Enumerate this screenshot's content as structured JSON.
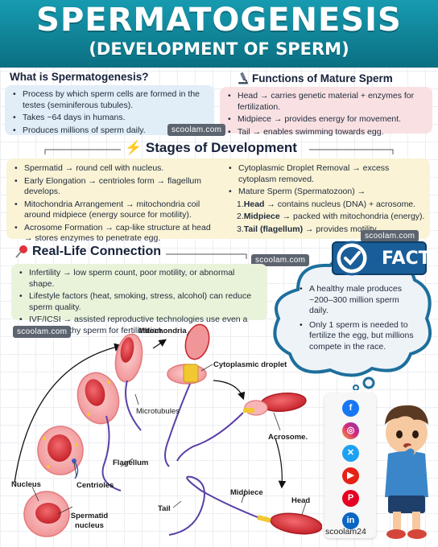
{
  "header": {
    "title": "SPERMATOGENESIS",
    "subtitle": "(DEVELOPMENT OF SPERM)"
  },
  "what_is": {
    "heading": "What is Spermatogenesis?",
    "items": [
      "Process by which sperm cells are formed in the testes (seminiferous tubules).",
      "Takes ~64 days in humans.",
      "Produces millions of sperm daily."
    ]
  },
  "functions": {
    "heading": "Functions of Mature Sperm",
    "items": [
      "Head → carries genetic material + enzymes for fertilization.",
      "Midpiece → provides energy for movement.",
      "Tail → enables swimming towards egg."
    ]
  },
  "stages": {
    "heading": "Stages of Development",
    "left": [
      "Spermatid → round cell with nucleus.",
      "Early Elongation → centrioles form → flagellum develops.",
      "Mitochondria Arrangement → mitochondria coil around midpiece (energy source for motility).",
      "Acrosome Formation → cap-like structure at head → stores enzymes to penetrate egg."
    ],
    "right": [
      "Cytoplasmic Droplet Removal → excess cytoplasm removed.",
      "Mature Sperm (Spermatozoon) →"
    ],
    "sub": [
      {
        "num": "1.",
        "bold": "Head",
        "text": " → contains nucleus (DNA) + acrosome."
      },
      {
        "num": "2.",
        "bold": "Midpiece",
        "text": " → packed with mitochondria (energy)."
      },
      {
        "num": "3.",
        "bold": "Tail (flagellum)",
        "text": " → provides motility."
      }
    ]
  },
  "real_life": {
    "heading": "Real-Life Connection",
    "items": [
      "Infertility → low sperm count, poor motility, or abnormal shape.",
      "Lifestyle factors (heat, smoking, stress, alcohol) can reduce sperm quality.",
      "IVF/ICSI → assisted reproductive technologies use even a single healthy sperm for fertilization."
    ]
  },
  "facts": {
    "badge": "FACTS",
    "items": [
      "A healthy male produces ~200–300 million sperm daily.",
      "Only 1 sperm is needed to fertilize the egg, but millions compete in the race."
    ]
  },
  "watermark": "scoolam.com",
  "diagram": {
    "labels": {
      "mitochondria": "Mitochondria",
      "cytoplasmic_droplet": "Cytoplasmic droplet",
      "microtubules": "Microtubules",
      "acrosome": "Acrosome.",
      "flagellum": "Flagellum",
      "nucleus": "Nucleus",
      "centrioles": "Centrioles",
      "spermatid_nucleus": "Spermatid nucleus",
      "tail": "Tail",
      "midpiece": "Midpiece",
      "head": "Head"
    }
  },
  "social": {
    "handle": "scoolam24",
    "icons": [
      "facebook-icon",
      "instagram-icon",
      "x-icon",
      "youtube-icon",
      "pinterest-icon",
      "linkedin-icon"
    ]
  },
  "colors": {
    "header": "#0b6f82",
    "cell_pink": "#f4a3a5",
    "cell_red": "#d9353a",
    "mito_yellow": "#f2c832",
    "tail_purple": "#5b3fa6"
  }
}
